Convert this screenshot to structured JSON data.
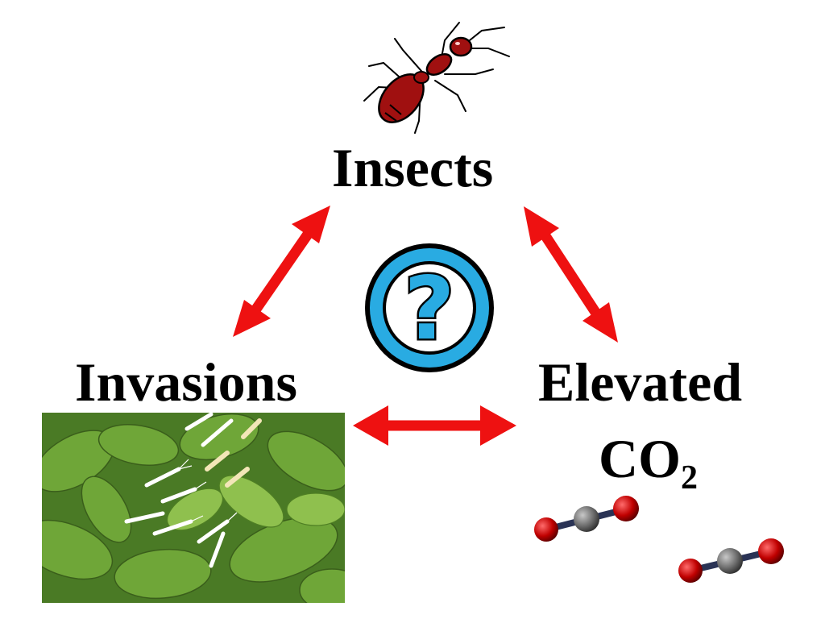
{
  "diagram": {
    "nodes": {
      "insects": {
        "label": "Insects"
      },
      "invasions": {
        "label": "Invasions"
      },
      "elevated_co2": {
        "label_line1": "Elevated",
        "label_line2_base": "CO",
        "label_line2_sub": "2"
      }
    },
    "center_symbol": "?",
    "edges": [
      {
        "from": "invasions",
        "to": "insects",
        "style": "double-arrow"
      },
      {
        "from": "insects",
        "to": "elevated_co2",
        "style": "double-arrow"
      },
      {
        "from": "invasions",
        "to": "elevated_co2",
        "style": "double-arrow"
      }
    ],
    "icons": [
      "ant-icon",
      "question-mark-icon",
      "honeysuckle-photo",
      "co2-molecule-icon"
    ],
    "colors": {
      "arrow": "#ee1111",
      "ant_body": "#a01010",
      "question_ring": "#29abe2",
      "molecule_oxygen": "#c00000",
      "molecule_carbon": "#6d6d6d"
    }
  }
}
